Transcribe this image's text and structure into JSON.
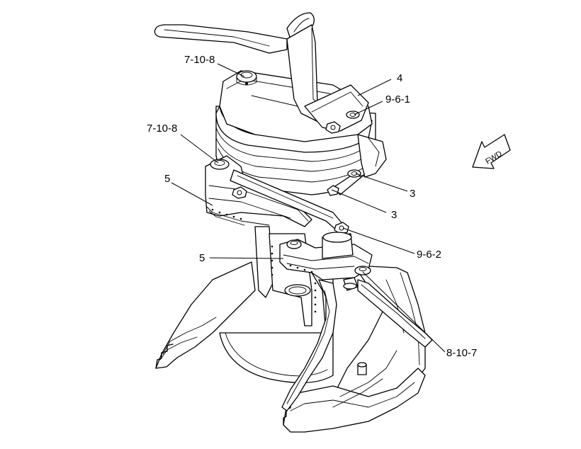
{
  "callouts": {
    "c1": "7-10-8",
    "c2": "4",
    "c3": "9-6-1",
    "c4": "7-10-8",
    "c5": "5",
    "c6": "3",
    "c7": "3",
    "c8": "5",
    "c9": "9-6-2",
    "c10": "8-10-7"
  },
  "direction_arrow": {
    "label": "FWD"
  }
}
